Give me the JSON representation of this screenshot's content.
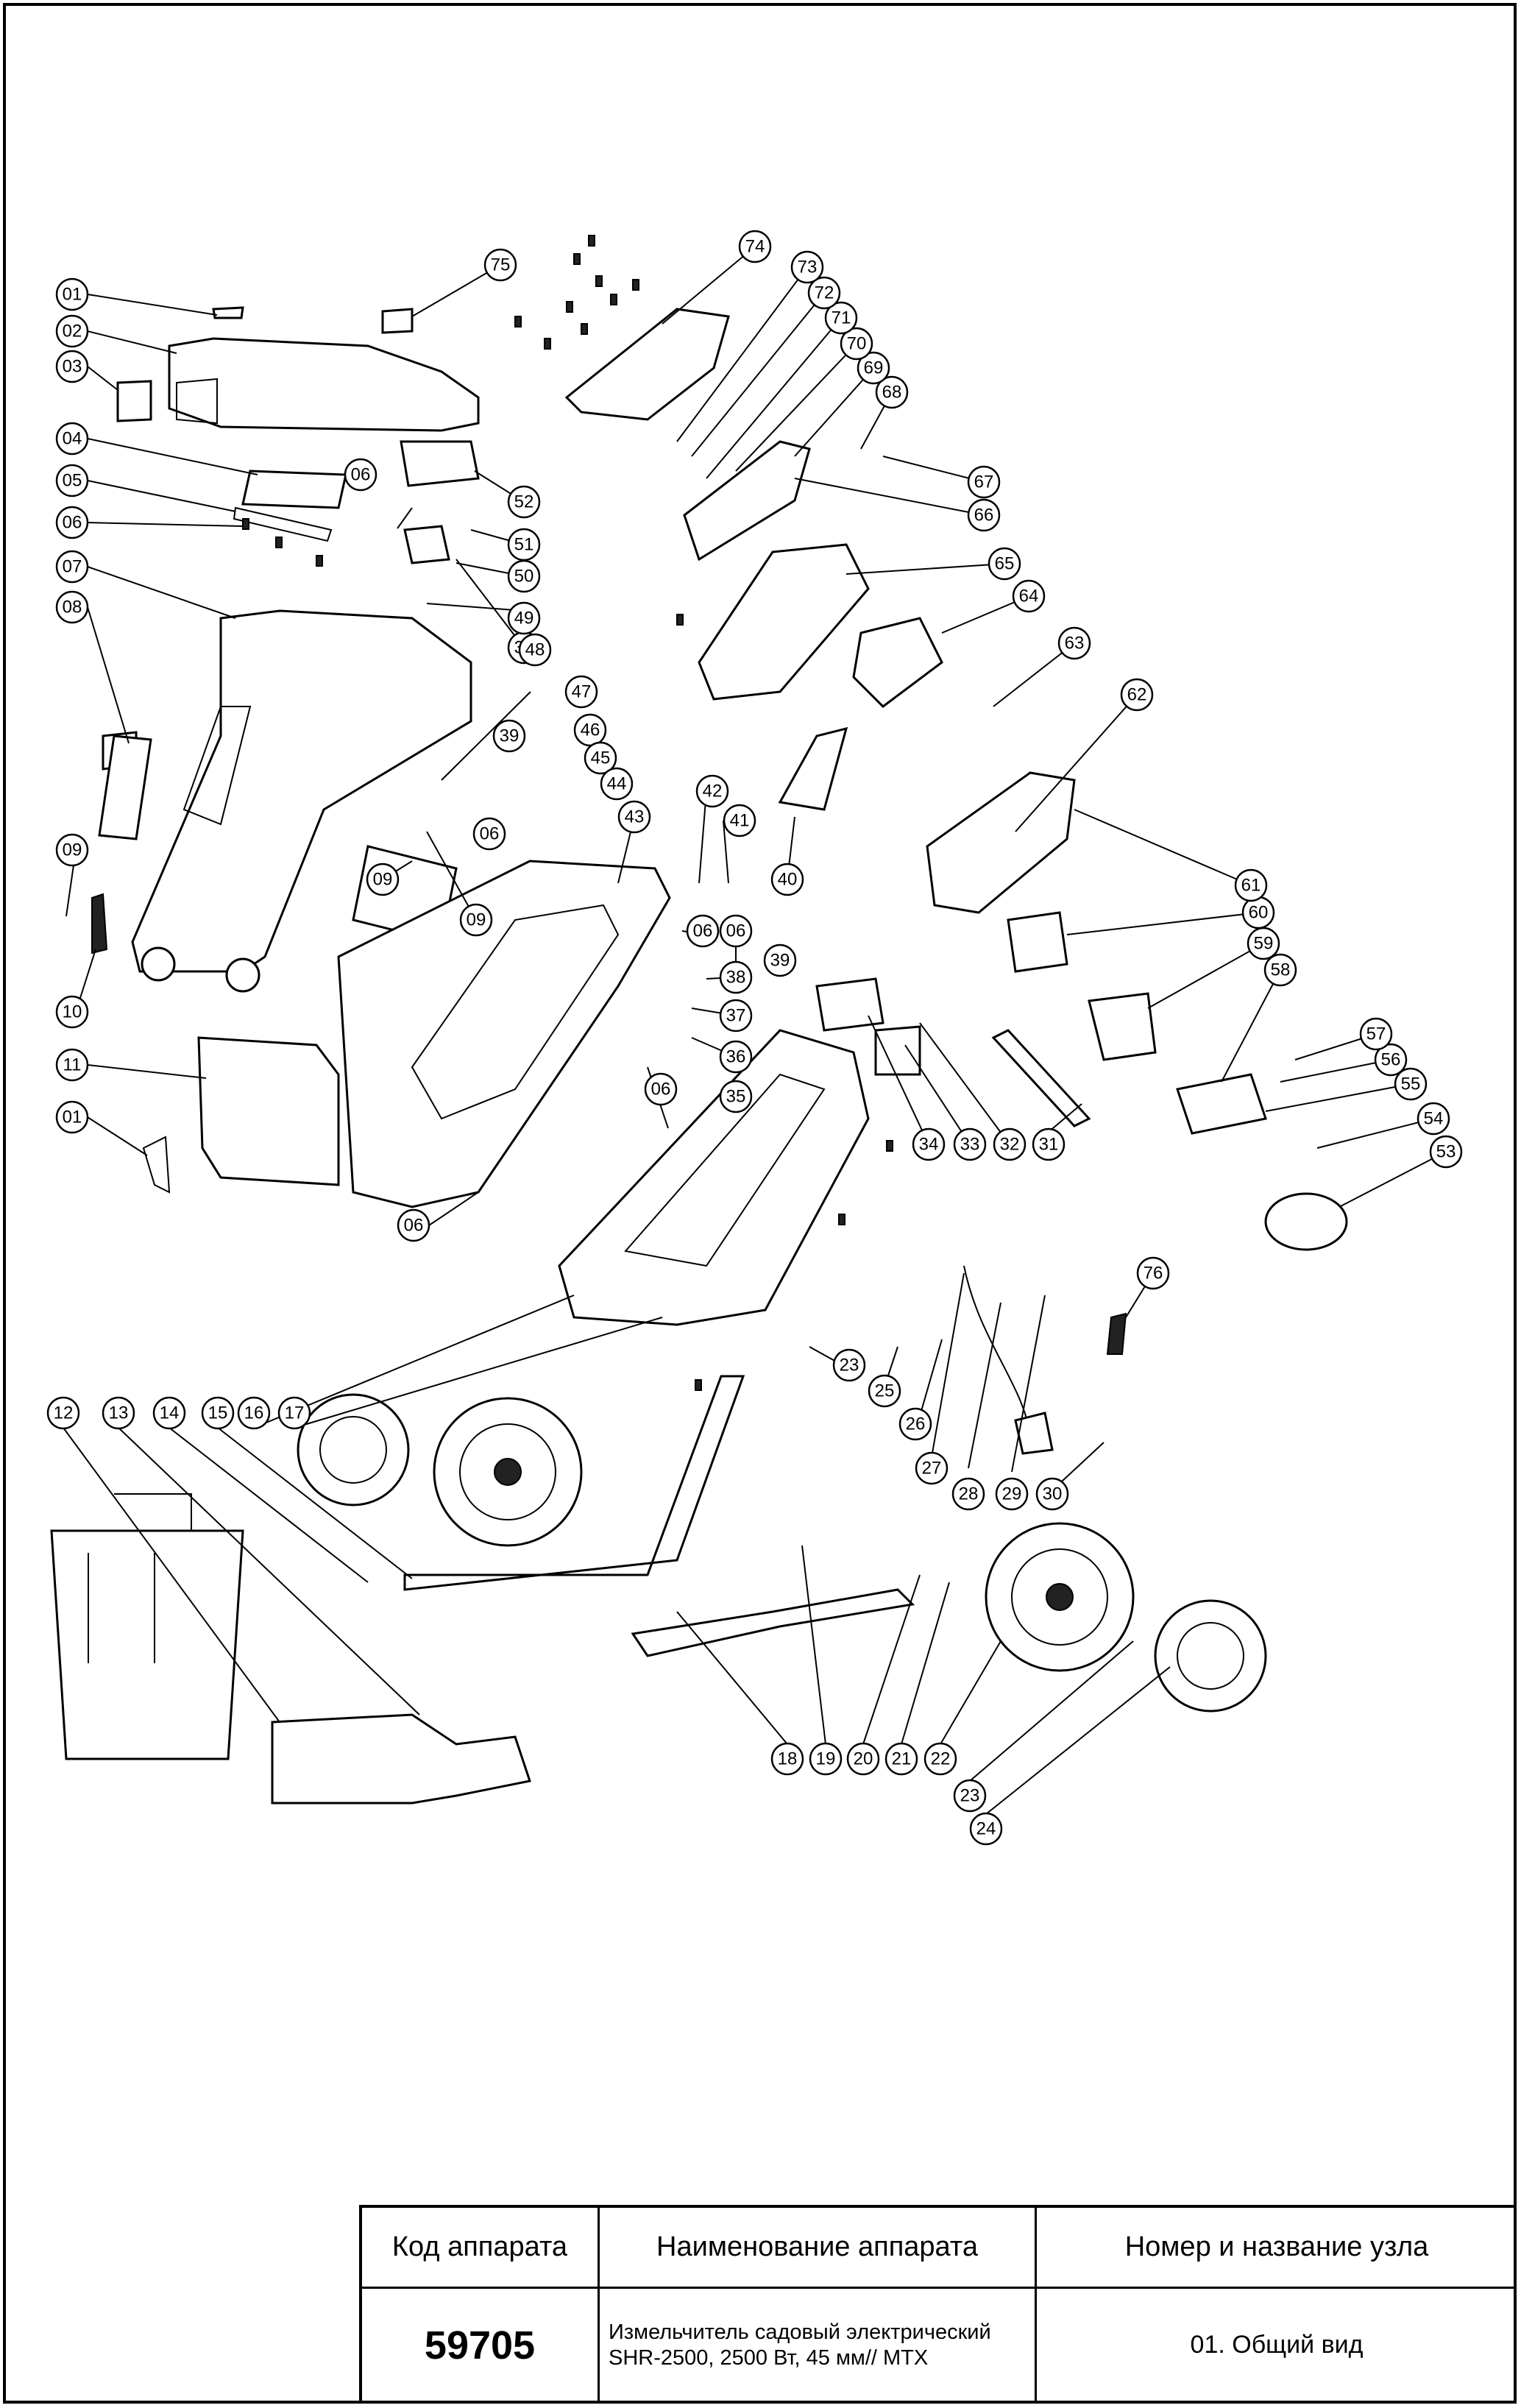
{
  "title_block": {
    "headers": [
      "Код аппарата",
      "Наименование аппарата",
      "Номер и название узла"
    ],
    "code": "59705",
    "name": "Измельчитель садовый электрический SHR-2500, 2500 Вт, 45 мм// MTX",
    "node": "01. Общий вид"
  },
  "callouts": [
    "01",
    "02",
    "03",
    "04",
    "05",
    "06",
    "06",
    "07",
    "08",
    "09",
    "10",
    "11",
    "01",
    "06",
    "06",
    "09",
    "09",
    "06",
    "06",
    "06",
    "37",
    "39",
    "47",
    "46",
    "45",
    "44",
    "43",
    "48",
    "42",
    "41",
    "40",
    "39",
    "38",
    "37",
    "36",
    "35",
    "12",
    "13",
    "14",
    "15",
    "16",
    "17",
    "18",
    "19",
    "20",
    "21",
    "22",
    "23",
    "24",
    "23",
    "25",
    "26",
    "27",
    "28",
    "29",
    "30",
    "31",
    "32",
    "33",
    "34",
    "49",
    "50",
    "51",
    "52",
    "53",
    "54",
    "55",
    "56",
    "57",
    "58",
    "59",
    "60",
    "61",
    "62",
    "63",
    "64",
    "65",
    "66",
    "67",
    "68",
    "69",
    "70",
    "71",
    "72",
    "73",
    "74",
    "75",
    "76"
  ]
}
